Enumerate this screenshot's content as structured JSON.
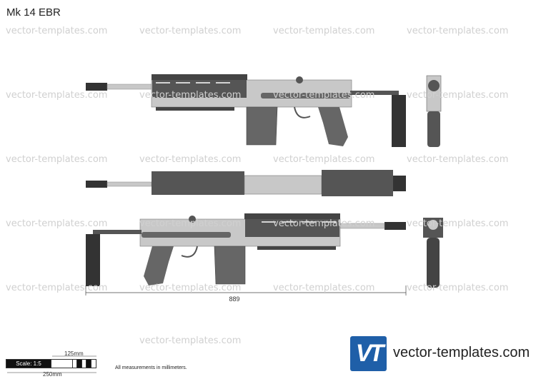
{
  "title": "Mk 14 EBR",
  "watermark": "vector-templates.com",
  "dimension": {
    "overall_length": "889"
  },
  "scale": {
    "label": "Scale: 1:5",
    "half": "125mm",
    "full": "250mm"
  },
  "note": "All measurements in millimeters.",
  "logo": {
    "mark": "VT",
    "text": "vector-templates.com",
    "color": "#1f5fa8"
  },
  "colors": {
    "dark": "#555555",
    "darker": "#333333",
    "light": "#c8c8c8"
  }
}
